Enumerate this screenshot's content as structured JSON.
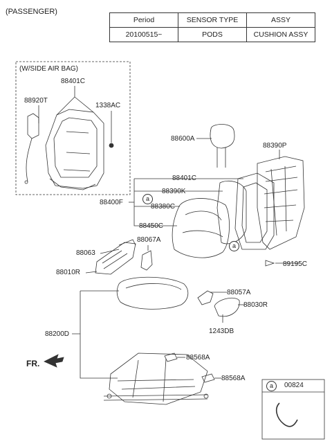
{
  "caption": "(PASSENGER)",
  "spec_table": {
    "headers": [
      "Period",
      "SENSOR TYPE",
      "ASSY"
    ],
    "row": [
      "20100515~",
      "PODS",
      "CUSHION ASSY"
    ]
  },
  "airbag_box": {
    "title": "(W/SIDE AIR BAG)",
    "labels": [
      "88401C",
      "88920T",
      "1338AC"
    ]
  },
  "parts": {
    "p88600A": "88600A",
    "p88390P": "88390P",
    "p88401C": "88401C",
    "p88390K": "88390K",
    "p88400F": "88400F",
    "p88380C": "88380C",
    "p88450C": "88450C",
    "p88063": "88063",
    "p88067A": "88067A",
    "p88010R": "88010R",
    "p89195C": "89195C",
    "p88057A": "88057A",
    "p88030R": "88030R",
    "p1243DB": "1243DB",
    "p88200D": "88200D",
    "p88568A_1": "88568A",
    "p88568A_2": "88568A"
  },
  "circle_marker": "a",
  "direction": "FR.",
  "legend": {
    "marker": "a",
    "part": "00824"
  }
}
